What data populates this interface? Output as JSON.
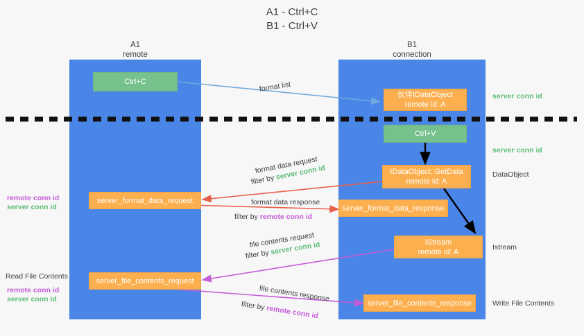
{
  "title": {
    "line1": "A1 - Ctrl+C",
    "line2": "B1 - Ctrl+V"
  },
  "lanes": [
    {
      "name": "A1",
      "sub": "remote"
    },
    {
      "name": "B1",
      "sub": "connection"
    }
  ],
  "nodes": {
    "ctrl_c": {
      "l1": "Ctrl+C",
      "l2": ""
    },
    "partner_dataobject": {
      "l1": "伙伴IDataObject",
      "l2": "remote id: A"
    },
    "ctrl_v": {
      "l1": "Ctrl+V",
      "l2": ""
    },
    "getdata": {
      "l1": "IDataObject::GetData",
      "l2": "remote id: A"
    },
    "server_format_data_request": {
      "l1": "server_format_data_request",
      "l2": ""
    },
    "server_format_data_response": {
      "l1": "server_format_data_response",
      "l2": ""
    },
    "istream": {
      "l1": "IStream",
      "l2": "remote id: A"
    },
    "server_file_contents_request": {
      "l1": "server_file_contents_request",
      "l2": ""
    },
    "server_file_contents_response": {
      "l1": "server_file_contents_response",
      "l2": ""
    }
  },
  "edges": {
    "format_list": "format list",
    "format_data_request": "format data request",
    "format_data_request_filter_pre": "filter by ",
    "format_data_request_filter_token": "server conn id",
    "format_data_response": "format data response",
    "format_data_response_filter_pre": "filter by ",
    "format_data_response_filter_token": "remote conn id",
    "file_contents_request": "file contents request",
    "file_contents_request_filter_pre": "filter by ",
    "file_contents_request_filter_token": "server conn id",
    "file_contents_response": "file contents response",
    "file_contents_response_filter_pre": "filter by ",
    "file_contents_response_filter_token": "remote conn id"
  },
  "annotations": {
    "right_server_conn_id_top": "server conn id",
    "right_server_conn_id_mid": "server conn id",
    "right_dataobject": "DataObject",
    "right_istream": "Istream",
    "right_write_file_contents": "Write File Contents",
    "left_remote_conn_id_top": "remote conn id",
    "left_server_conn_id_top": "server conn id",
    "left_read_file_contents": "Read File Contents",
    "left_remote_conn_id_bottom": "remote conn id",
    "left_server_conn_id_bottom": "server conn id"
  },
  "colors": {
    "lane": "#4a86e8",
    "node_green": "#76c18c",
    "node_orange": "#fcaf4e",
    "token_server": "#5fbd77",
    "token_remote": "#c45bd8",
    "arrow_blue": "#6fa8dc",
    "arrow_red": "#e8604c",
    "arrow_black": "#000000",
    "arrow_magenta": "#c45bd8",
    "background": "#f7f7f7"
  }
}
